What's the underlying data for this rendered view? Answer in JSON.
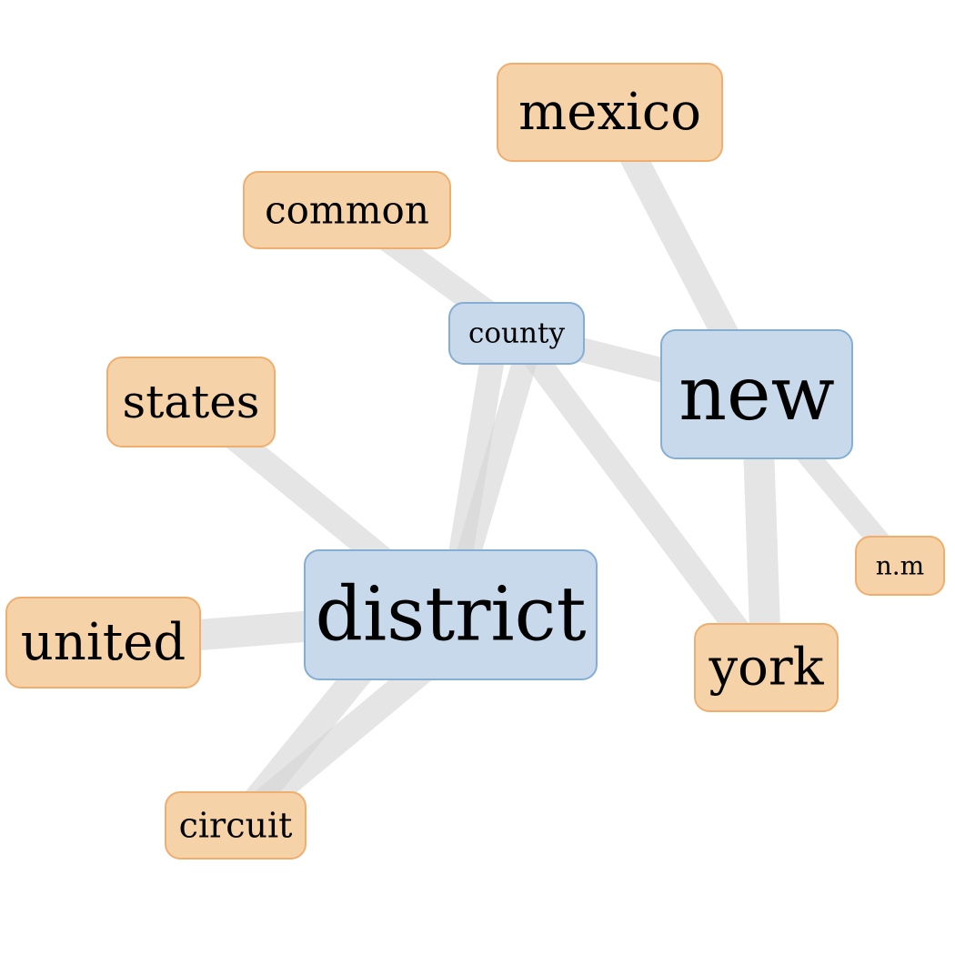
{
  "graph": {
    "nodes": [
      {
        "id": "mexico",
        "label": "mexico",
        "kind": "orange"
      },
      {
        "id": "common",
        "label": "common",
        "kind": "orange"
      },
      {
        "id": "county",
        "label": "county",
        "kind": "blue"
      },
      {
        "id": "new",
        "label": "new",
        "kind": "blue"
      },
      {
        "id": "states",
        "label": "states",
        "kind": "orange"
      },
      {
        "id": "district",
        "label": "district",
        "kind": "blue"
      },
      {
        "id": "united",
        "label": "united",
        "kind": "orange"
      },
      {
        "id": "nm",
        "label": "n.m",
        "kind": "orange"
      },
      {
        "id": "york",
        "label": "york",
        "kind": "orange"
      },
      {
        "id": "circuit",
        "label": "circuit",
        "kind": "orange"
      }
    ],
    "edges": [
      {
        "from": "mexico",
        "to": "new"
      },
      {
        "from": "common",
        "to": "county"
      },
      {
        "from": "county",
        "to": "new"
      },
      {
        "from": "county",
        "to": "york"
      },
      {
        "from": "county",
        "to": "district"
      },
      {
        "from": "new",
        "to": "york"
      },
      {
        "from": "new",
        "to": "nm"
      },
      {
        "from": "states",
        "to": "district"
      },
      {
        "from": "united",
        "to": "district"
      },
      {
        "from": "district",
        "to": "circuit"
      }
    ]
  },
  "colors": {
    "orange_fill": "#f6d2a9",
    "orange_stroke": "#efae6d",
    "blue_fill": "#c9d9ec",
    "blue_stroke": "#84aed2",
    "edge": "#d3d3d3"
  }
}
